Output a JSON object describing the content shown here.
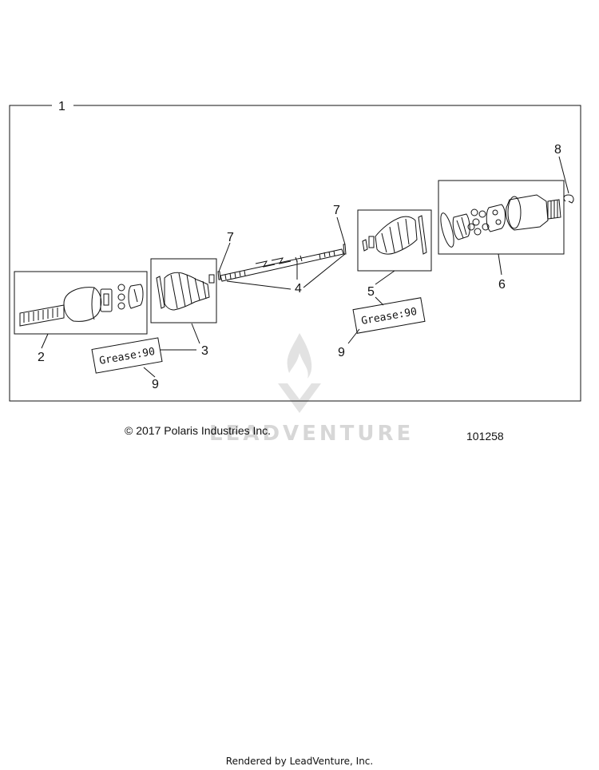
{
  "callouts": {
    "assembly": "1",
    "outer_joint": "2",
    "outer_boot_kit": "3",
    "axle_shaft": "4",
    "inner_boot_kit": "5",
    "inner_joint": "6",
    "clip_left": "7",
    "clip_right": "7",
    "retaining_ring": "8",
    "grease_left": "9",
    "grease_right": "9"
  },
  "grease_label": "Grease:90",
  "copyright": "© 2017 Polaris Industries Inc.",
  "drawing_number": "101258",
  "watermark": "LEADVENTURE",
  "rendered_by": "Rendered by LeadVenture, Inc."
}
